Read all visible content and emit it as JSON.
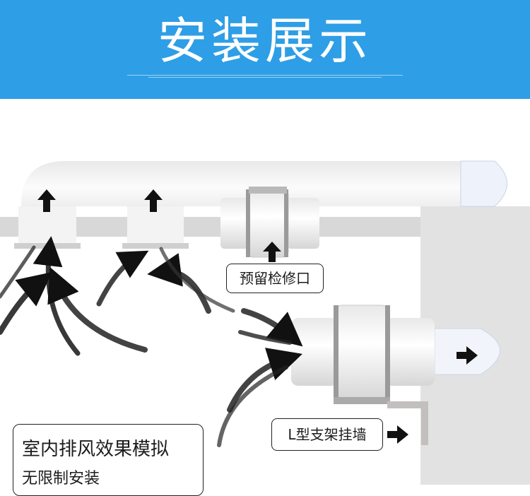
{
  "banner": {
    "title": "安装展示",
    "color": "#2e9ee6"
  },
  "labels": {
    "access_port": "预留检修口",
    "wall_bracket": "L型支架挂墙",
    "caption_line1": "室内排风效果模拟",
    "caption_line2": "无限制安装"
  }
}
